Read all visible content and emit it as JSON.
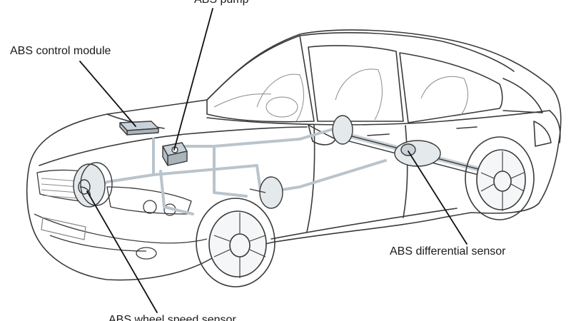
{
  "labels": {
    "abs_pump": "ABS pump",
    "abs_control_module": "ABS control module",
    "abs_differential_sensor": "ABS differential sensor",
    "abs_wheel_speed_sensor": "ABS wheel speed sensor"
  },
  "colors": {
    "outline": "#3a3a3a",
    "fine_line": "#8a8a8a",
    "brake_line": "#b9c4cc",
    "component_fill": "#c9d2d8",
    "leader": "#111111",
    "text": "#1a1a1a"
  }
}
